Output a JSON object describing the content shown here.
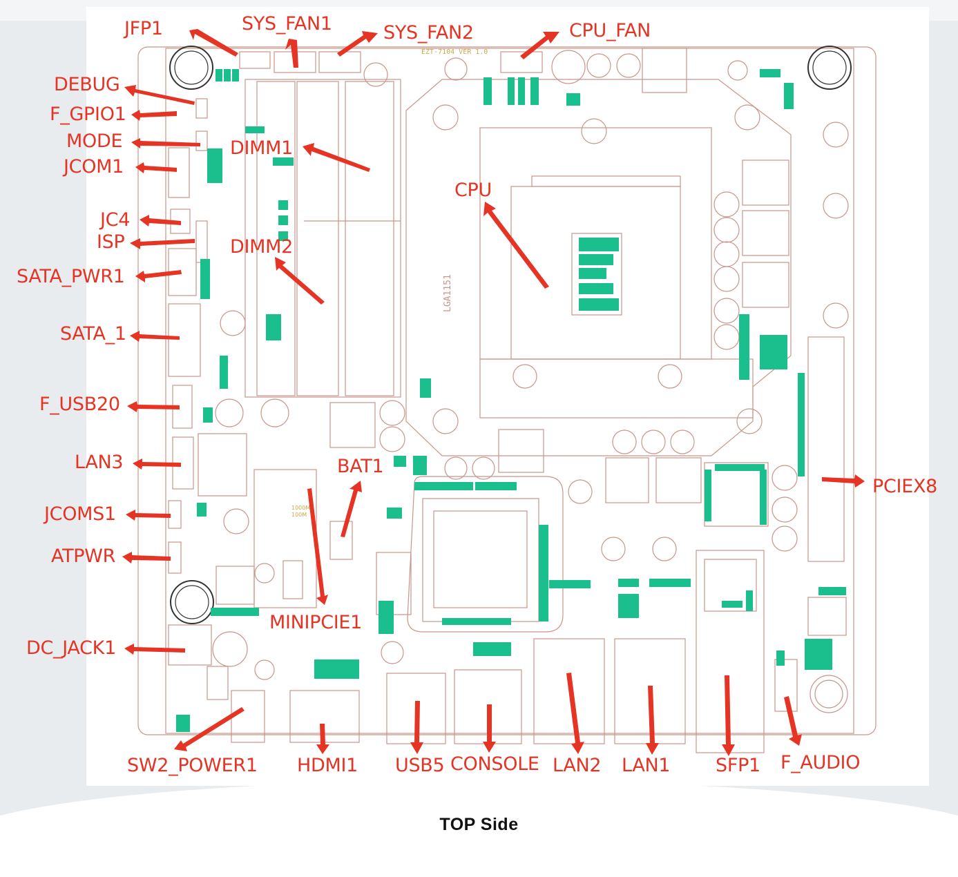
{
  "caption": "TOP Side",
  "board": {
    "version_text": "EZT-7104 VER 1.0",
    "socket_text": "LGA1151",
    "small_text_a": "1000M",
    "small_text_b": "100M"
  },
  "colors": {
    "outline": "#c9958a",
    "component": "#1bbf8e",
    "label": "#e53324"
  },
  "labels": {
    "jfp1": "JFP1",
    "sys_fan1": "SYS_FAN1",
    "sys_fan2": "SYS_FAN2",
    "cpu_fan": "CPU_FAN",
    "debug": "DEBUG",
    "f_gpio1": "F_GPIO1",
    "mode": "MODE",
    "jcom1": "JCOM1",
    "dimm1": "DIMM1",
    "cpu": "CPU",
    "jc4": "JC4",
    "isp": "ISP",
    "dimm2": "DIMM2",
    "sata_pwr1": "SATA_PWR1",
    "sata_1": "SATA_1",
    "f_usb20": "F_USB20",
    "lan3": "LAN3",
    "bat1": "BAT1",
    "pciex8": "PCIEX8",
    "jcoms1": "JCOMS1",
    "atpwr": "ATPWR",
    "minipcie1": "MINIPCIE1",
    "dc_jack1": "DC_JACK1",
    "sw2_power1": "SW2_POWER1",
    "hdmi1": "HDMI1",
    "usb5": "USB5",
    "console": "CONSOLE",
    "lan2": "LAN2",
    "lan1": "LAN1",
    "sfp1": "SFP1",
    "f_audio": "F_AUDIO"
  }
}
